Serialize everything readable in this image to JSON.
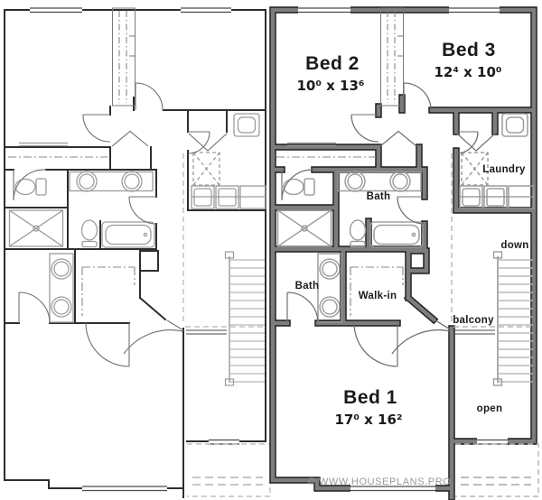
{
  "floor_plan": {
    "type": "duplex-upper-floor-plan",
    "right_unit": {
      "bed1": {
        "name": "Bed 1",
        "dimensions": "17⁰ x 16²"
      },
      "bed2": {
        "name": "Bed 2",
        "dimensions": "10⁰ x 13⁶"
      },
      "bed3": {
        "name": "Bed 3",
        "dimensions": "12⁴ x 10⁰"
      },
      "bath_upper": "Bath",
      "bath_lower": "Bath",
      "walk_in": "Walk-in",
      "laundry": "Laundry",
      "stairs": "down",
      "balcony": "balcony",
      "open_to_below": "open"
    },
    "left_unit": {
      "labels": []
    },
    "watermark": "© WWW.HOUSEPLANS.PRO"
  },
  "colors": {
    "wall_fill": "#7d7d7d",
    "wall_edge": "#1f1f1f",
    "thin_wall": "#2e2e2e",
    "fixtures": "#9c9c9c",
    "stairs": "#b8b8b8",
    "dashed": "#b3b3b3",
    "label_text": "#1a1a1a",
    "watermark_text": "#9a9a9a",
    "background": "#ffffff"
  }
}
